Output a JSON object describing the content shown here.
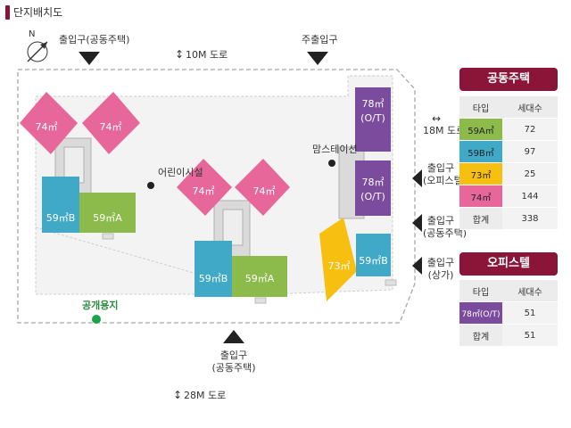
{
  "header": {
    "title": "단지배치도"
  },
  "compass": {
    "label": "N"
  },
  "roads": {
    "top": "10M 도로",
    "right": "18M 도로",
    "bottom": "28M 도로",
    "right_arrow": "↔",
    "top_arrow": "↕",
    "bottom_arrow": "↕"
  },
  "entrances": {
    "top_left": "출입구(공동주택)",
    "top_main": "주출입구",
    "bottom_line1": "출입구",
    "bottom_line2": "(공동주택)",
    "right_officetel_line1": "출입구",
    "right_officetel_line2": "(오피스텔)",
    "right_housing_line1": "출입구",
    "right_housing_line2": "(공동주택)",
    "right_shop_line1": "출입구",
    "right_shop_line2": "(상가)"
  },
  "site_labels": {
    "daycare": "어린이시설",
    "community": "맘스테이션",
    "open_space": "공개용지"
  },
  "buildings": {
    "b1_pink_left": "74㎡",
    "b1_pink_right": "74㎡",
    "b1_blue": "59㎡B",
    "b1_green": "59㎡A",
    "b2_pink_left": "74㎡",
    "b2_pink_right": "74㎡",
    "b2_blue": "59㎡B",
    "b2_green": "59㎡A",
    "b3_purple_top_line1": "78㎡",
    "b3_purple_top_line2": "(O/T)",
    "b3_purple_bottom_line1": "78㎡",
    "b3_purple_bottom_line2": "(O/T)",
    "b3_yellow": "73㎡",
    "b3_blue": "59㎡B"
  },
  "colors": {
    "pink": "#e8679a",
    "blue": "#3fa9c7",
    "green": "#8cba4b",
    "yellow": "#f7bf0f",
    "purple": "#7b4b9e",
    "accent": "#8a1538",
    "open_space_dot": "#19a64b",
    "open_space_text": "#2a8d3a"
  },
  "table_housing": {
    "title": "공동주택",
    "col_type": "타입",
    "col_units": "세대수",
    "rows": [
      {
        "type": "59A㎡",
        "units": "72"
      },
      {
        "type": "59B㎡",
        "units": "97"
      },
      {
        "type": "73㎡",
        "units": "25"
      },
      {
        "type": "74㎡",
        "units": "144"
      },
      {
        "type": "합계",
        "units": "338"
      }
    ]
  },
  "table_officetel": {
    "title": "오피스텔",
    "col_type": "타입",
    "col_units": "세대수",
    "rows": [
      {
        "type": "78㎡(O/T)",
        "units": "51"
      },
      {
        "type": "합계",
        "units": "51"
      }
    ]
  }
}
